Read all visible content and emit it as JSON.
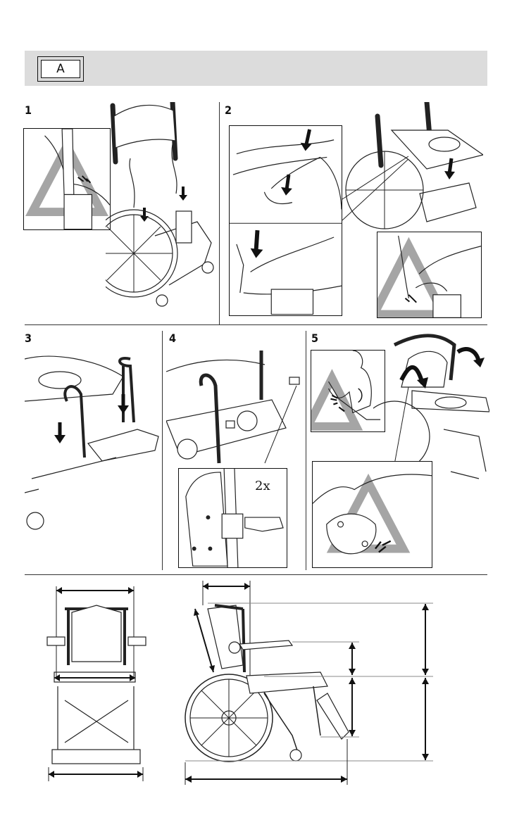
{
  "section": {
    "label": "A"
  },
  "steps": [
    {
      "number": "1"
    },
    {
      "number": "2"
    },
    {
      "number": "3"
    },
    {
      "number": "4"
    },
    {
      "number": "5"
    }
  ],
  "step4": {
    "count_label": "2x"
  },
  "colors": {
    "header_bar": "#dcdcdc",
    "warning_triangle": "#a5a5a5",
    "line": "#111111"
  },
  "icons": [
    "warning-triangle-icon",
    "down-arrow-icon",
    "rotate-arrow-icon",
    "pinch-hazard-icon",
    "dimension-arrow-icon"
  ]
}
